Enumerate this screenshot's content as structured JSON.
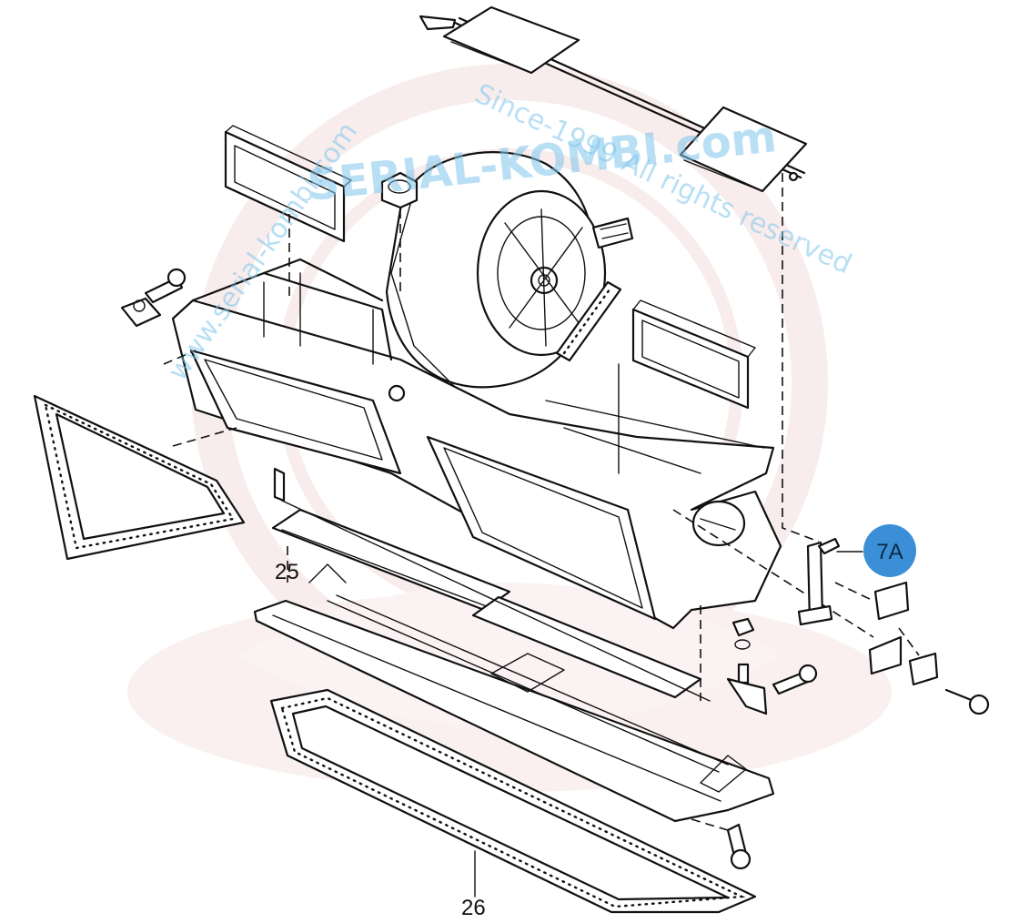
{
  "callouts": {
    "part_25": "25",
    "part_26": "26",
    "part_7a": "7A"
  },
  "colors": {
    "badge_fill": "#3b8fd6",
    "watermark": "#7fc6ec",
    "watermark_logo": "#d99a9a",
    "linework": "#111111"
  },
  "watermark": {
    "brand": "SERIAL-KOMBI.com",
    "site": "www.serial-kombi.com",
    "notice": "Since-1999 All rights reserved"
  }
}
